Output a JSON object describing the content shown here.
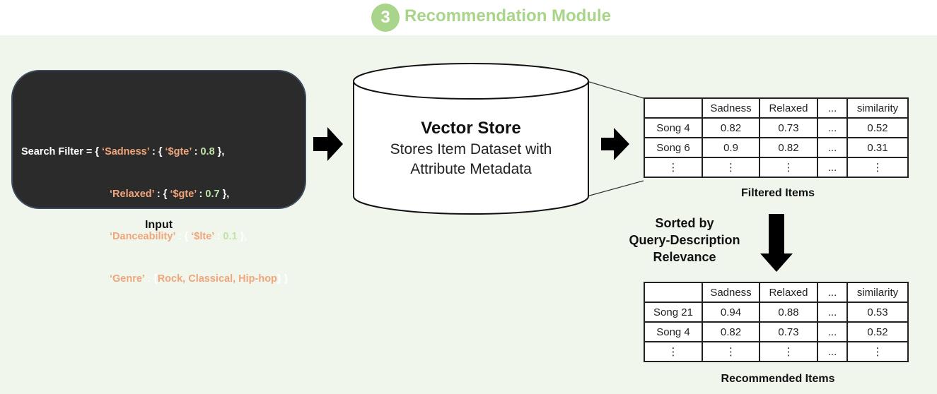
{
  "header": {
    "step_number": "3",
    "title": "Recommendation Module",
    "accent_color": "#a8d58a"
  },
  "input": {
    "filter_prefix": "Search Filter = { ",
    "filters": [
      {
        "key": "‘Sadness’",
        "op": "‘$gte’",
        "value": "0.8"
      },
      {
        "key": "‘Relaxed’",
        "op": "‘$gte’",
        "value": "0.7"
      },
      {
        "key": "‘Danceability’",
        "op": "‘$lte’",
        "value": "0.1"
      }
    ],
    "genre_key": "‘Genre’",
    "genre_values": "Rock, Classical, Hip-hop",
    "caption": "Input"
  },
  "vector_store": {
    "title": "Vector Store",
    "subtitle_line1": "Stores Item Dataset with",
    "subtitle_line2": "Attribute Metadata"
  },
  "filtered_table": {
    "columns": [
      "",
      "Sadness",
      "Relaxed",
      "...",
      "similarity"
    ],
    "rows": [
      [
        "Song 4",
        "0.82",
        "0.73",
        "...",
        "0.52"
      ],
      [
        "Song 6",
        "0.9",
        "0.82",
        "...",
        "0.31"
      ],
      [
        "⋮",
        "⋮",
        "⋮",
        "...",
        "⋮"
      ]
    ],
    "caption": "Filtered Items"
  },
  "sort_step": {
    "line1": "Sorted by",
    "line2": "Query-Description",
    "line3": "Relevance"
  },
  "recommended_table": {
    "columns": [
      "",
      "Sadness",
      "Relaxed",
      "...",
      "similarity"
    ],
    "rows": [
      [
        "Song 21",
        "0.94",
        "0.88",
        "...",
        "0.53"
      ],
      [
        "Song 4",
        "0.82",
        "0.73",
        "...",
        "0.52"
      ],
      [
        "⋮",
        "⋮",
        "⋮",
        "...",
        "⋮"
      ]
    ],
    "caption": "Recommended Items"
  }
}
